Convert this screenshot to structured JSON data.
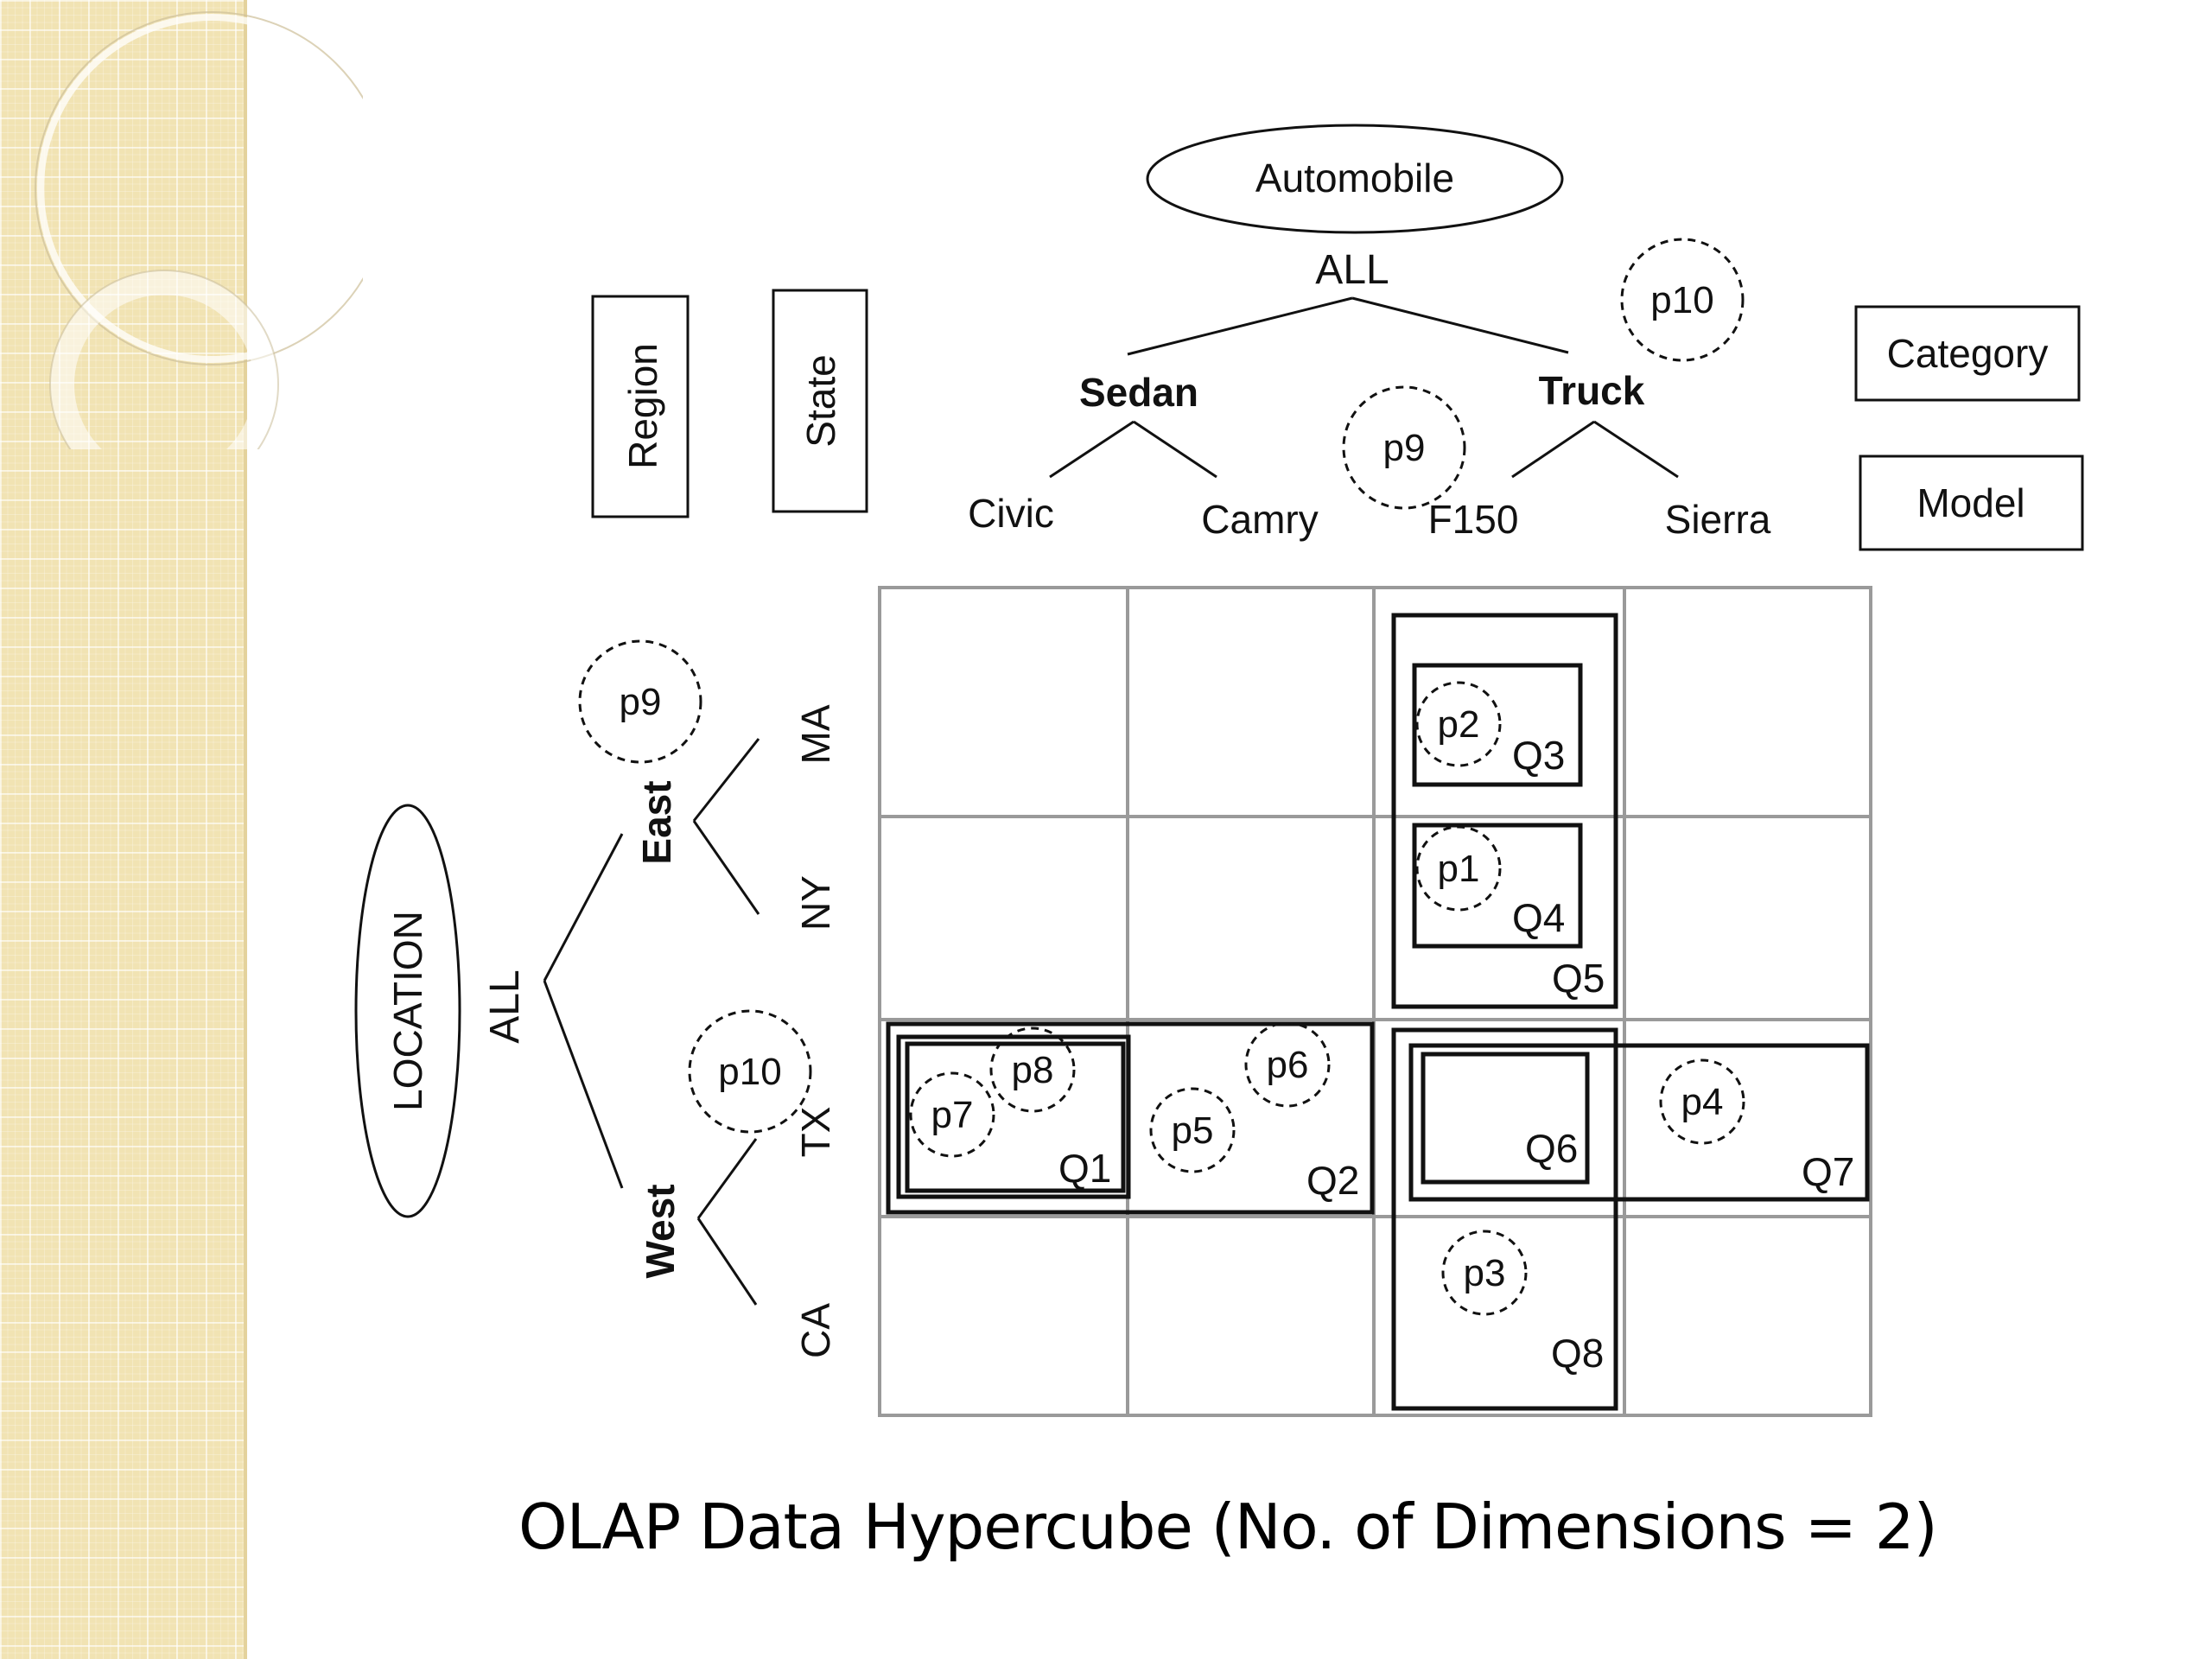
{
  "caption": "OLAP Data Hypercube (No. of Dimensions = 2)",
  "automobile": {
    "root_label": "Automobile",
    "all_label": "ALL",
    "categories": [
      "Sedan",
      "Truck"
    ],
    "models": [
      "Civic",
      "Camry",
      "F150",
      "Sierra"
    ],
    "level_boxes": [
      "Category",
      "Model"
    ]
  },
  "location": {
    "root_label": "LOCATION",
    "all_label": "ALL",
    "regions": [
      "East",
      "West"
    ],
    "states": [
      "MA",
      "NY",
      "TX",
      "CA"
    ],
    "level_boxes": [
      "Region",
      "State"
    ]
  },
  "points": [
    "p1",
    "p2",
    "p3",
    "p4",
    "p5",
    "p6",
    "p7",
    "p8",
    "p9",
    "p10"
  ],
  "queries": [
    "Q1",
    "Q2",
    "Q3",
    "Q4",
    "Q5",
    "Q6",
    "Q7",
    "Q8"
  ],
  "colors": {
    "sidebar": "#f1e3b3",
    "grid_line": "#9a9a9a",
    "ink": "#111111"
  }
}
